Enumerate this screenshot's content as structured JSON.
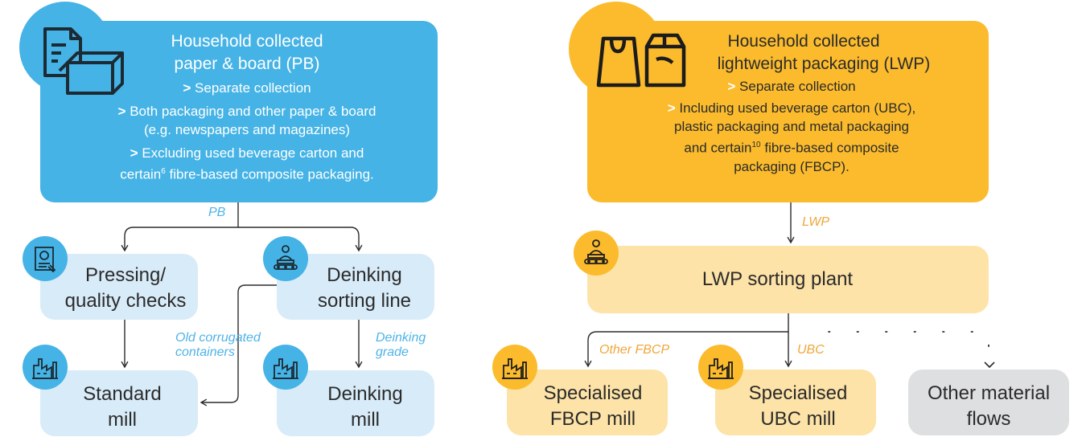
{
  "pb_box": {
    "title_line1": "Household collected",
    "title_line2": "paper & board (PB)",
    "bullets": [
      {
        "marker": ">",
        "lines": [
          "Separate collection"
        ]
      },
      {
        "marker": ">",
        "lines": [
          "Both packaging and other paper & board",
          "(e.g. newspapers and magazines)"
        ]
      },
      {
        "marker": ">",
        "lines": [
          "Excluding used beverage carton and"
        ]
      }
    ],
    "last_line_pre": "certain",
    "last_line_sup": "6",
    "last_line_post": " fibre-based composite packaging."
  },
  "lwp_box": {
    "title_line1": "Household collected",
    "title_line2": "lightweight  packaging (LWP)",
    "bullet1": "Separate collection",
    "bullet2_line1": "Including used beverage carton (UBC),",
    "bullet2_line2": "plastic packaging and metal packaging",
    "bullet2_line3_pre": "and certain",
    "bullet2_line3_sup": "10",
    "bullet2_line3_post": " fibre-based composite",
    "bullet2_line4": "packaging  (FBCP).",
    "marker": ">"
  },
  "nodes": {
    "pressing": [
      "Pressing/",
      "quality checks"
    ],
    "deinking_line": [
      "Deinking",
      "sorting line"
    ],
    "standard_mill": [
      "Standard",
      "mill"
    ],
    "deinking_mill": [
      "Deinking",
      "mill"
    ],
    "lwp_sorting": "LWP sorting plant",
    "fbcp_mill": [
      "Specialised",
      "FBCP mill"
    ],
    "ubc_mill": [
      "Specialised",
      "UBC mill"
    ],
    "other_flows": [
      "Other material",
      "flows"
    ]
  },
  "flow_labels": {
    "pb": "PB",
    "occ": [
      "Old corrugated",
      "containers"
    ],
    "deinking_grade": [
      "Deinking",
      "grade"
    ],
    "lwp": "LWP",
    "other_fbcp": "Other FBCP",
    "ubc": "UBC"
  },
  "colors": {
    "blue": "#45b3e6",
    "light_blue": "#d8ebf8",
    "yellow": "#fbbb2c",
    "light_yellow": "#fde3a7",
    "grey": "#dedfe1"
  }
}
